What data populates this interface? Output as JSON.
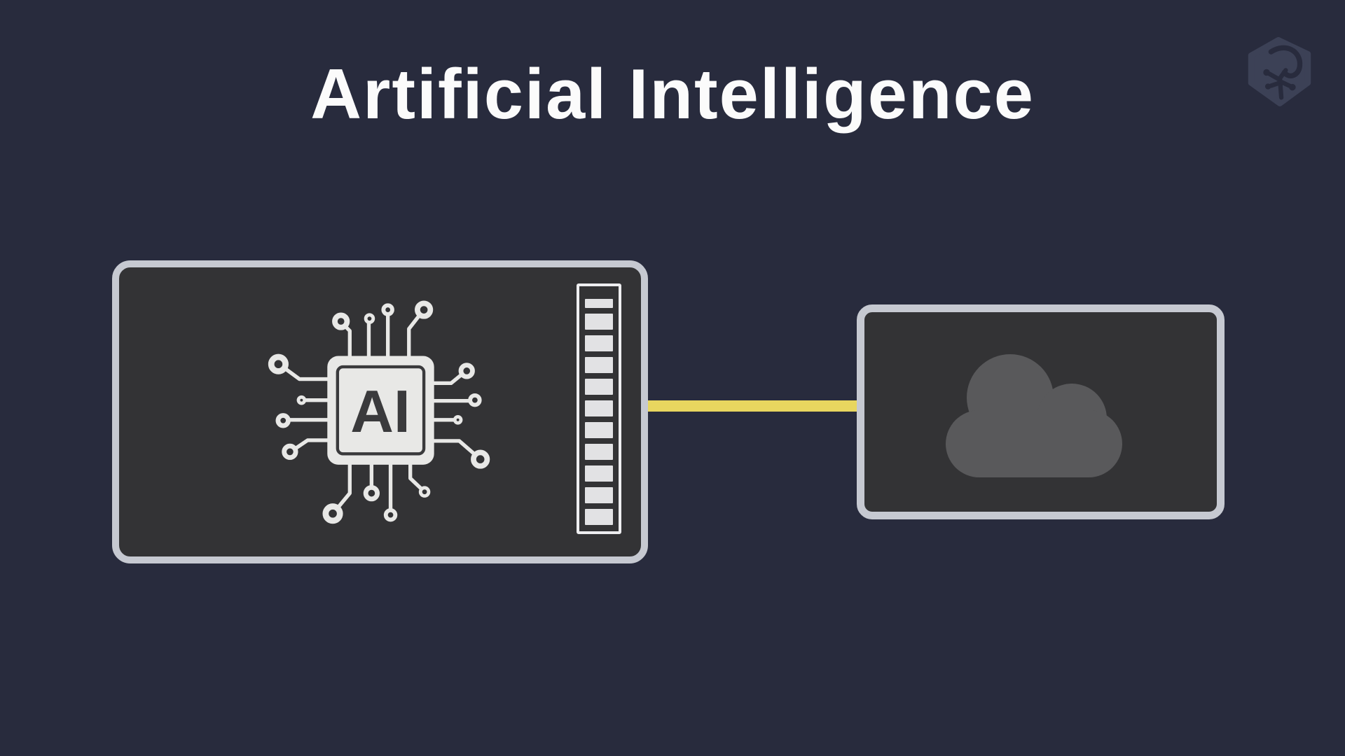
{
  "header": {
    "title": "Artificial Intelligence",
    "logo": "treehouse-hexagon-logo"
  },
  "left_box": {
    "icon": "ai-processor-chip-icon",
    "chip_label": "AI",
    "memory_strip": {
      "cell_count": 11,
      "first_cell_partial": true
    }
  },
  "connector": {
    "type": "wire",
    "color": "#e8d65f"
  },
  "right_box": {
    "icon": "cloud-icon"
  },
  "colors": {
    "background": "#282b3d",
    "panel_fill": "#333335",
    "panel_border": "#c6c9d1",
    "connector_yellow": "#e8d65f",
    "cloud_gray": "#59595b",
    "title_white": "#fbfbfb",
    "icon_light": "#e8e8e6",
    "chip_text_dark": "#3a3a3c",
    "logo_gray": "#3c4156"
  }
}
